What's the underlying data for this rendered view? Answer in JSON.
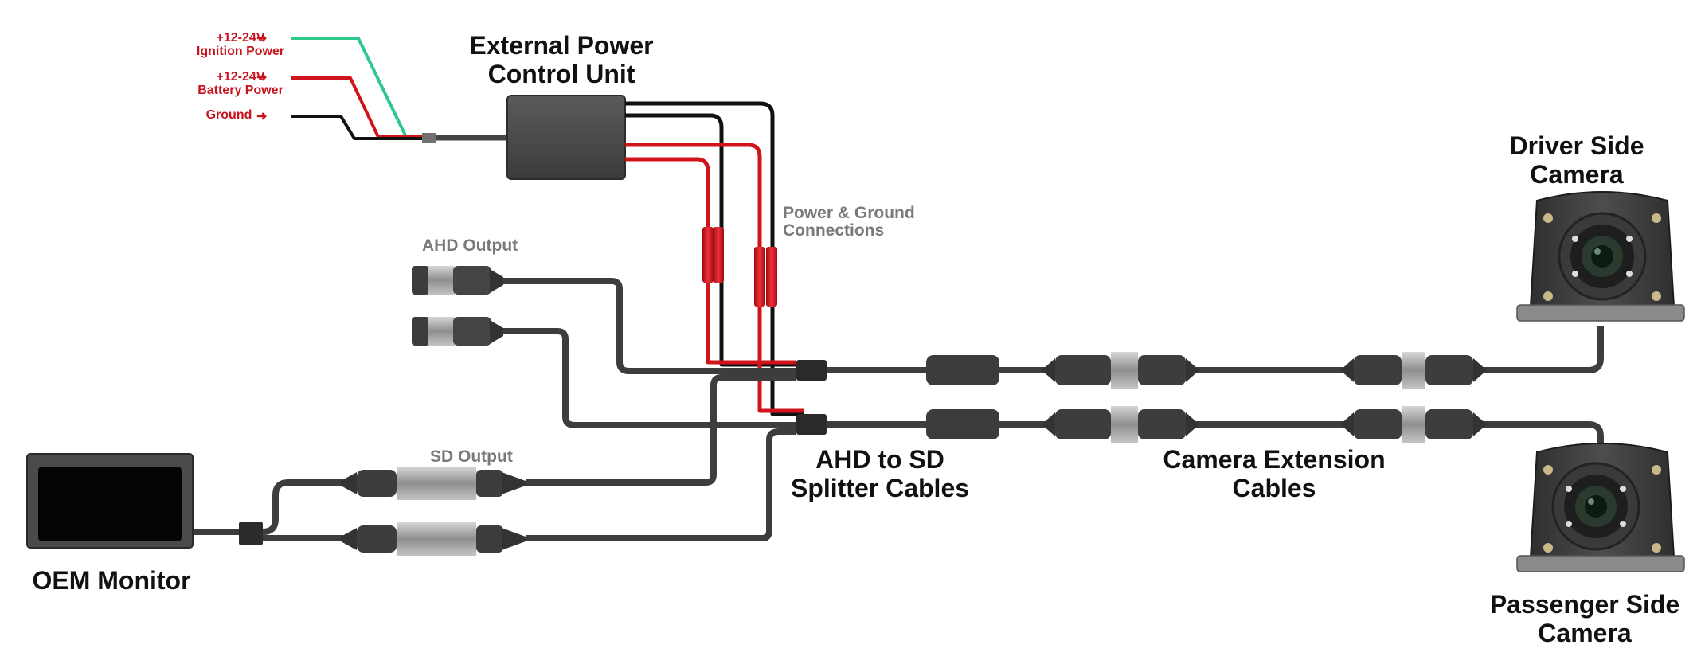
{
  "power_inputs": {
    "ignition": {
      "voltage": "+12-24V",
      "name": "Ignition Power"
    },
    "battery": {
      "voltage": "+12-24V",
      "name": "Battery Power"
    },
    "ground": {
      "name": "Ground"
    }
  },
  "labels": {
    "power_unit_line1": "External Power",
    "power_unit_line2": "Control Unit",
    "power_ground_line1": "Power & Ground",
    "power_ground_line2": "Connections",
    "ahd_output": "AHD Output",
    "sd_output": "SD Output",
    "splitter_line1": "AHD to SD",
    "splitter_line2": "Splitter Cables",
    "extension_line1": "Camera Extension",
    "extension_line2": "Cables",
    "driver_line1": "Driver Side",
    "driver_line2": "Camera",
    "passenger_line1": "Passenger Side",
    "passenger_line2": "Camera",
    "monitor": "OEM Monitor"
  },
  "colors": {
    "cable": "#3d3d3d",
    "power_red": "#d0141c",
    "ignition_green": "#2fc98e",
    "wire_black": "#111111",
    "connector_silver": "#a8a8a8",
    "label_red": "#c8141e",
    "label_gray": "#7a7a7a"
  },
  "icons": [
    "arrow-right-icon"
  ]
}
